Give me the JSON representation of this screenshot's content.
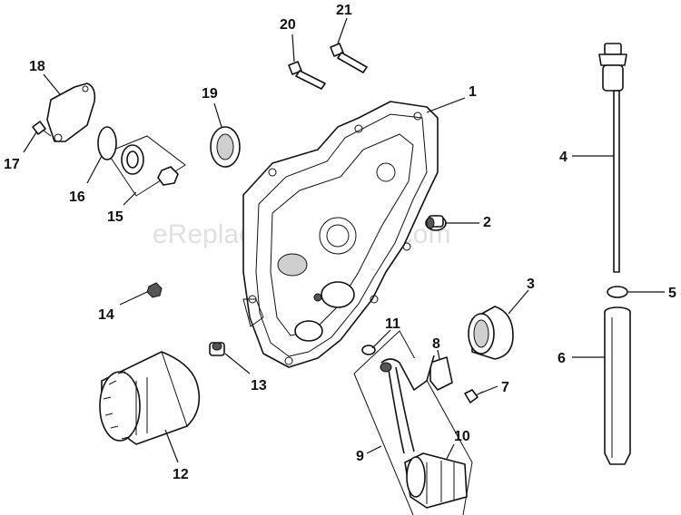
{
  "watermark": "eReplacementParts.com",
  "callouts": {
    "c1": "1",
    "c2": "2",
    "c3": "3",
    "c4": "4",
    "c5": "5",
    "c6": "6",
    "c7": "7",
    "c8": "8",
    "c9": "9",
    "c10": "10",
    "c11": "11",
    "c12": "12",
    "c13": "13",
    "c14": "14",
    "c15": "15",
    "c16": "16",
    "c17": "17",
    "c18": "18",
    "c19": "19",
    "c20": "20",
    "c21": "21"
  }
}
